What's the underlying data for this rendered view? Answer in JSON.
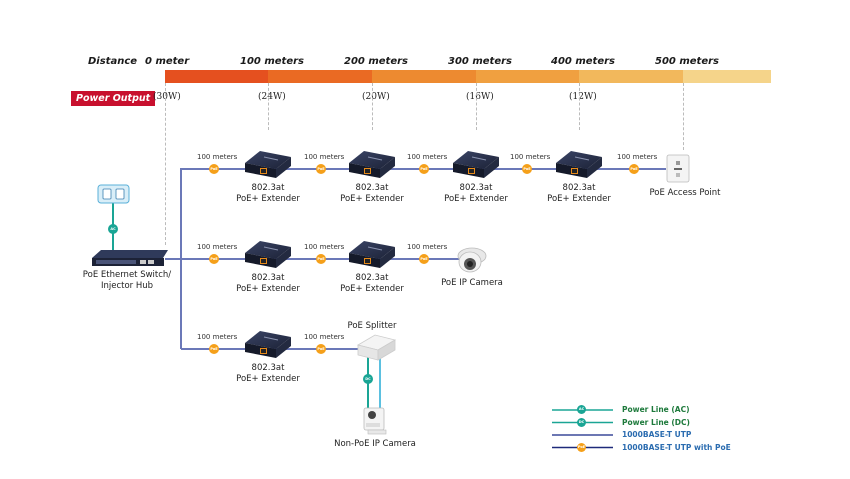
{
  "header": {
    "distance_label": "Distance",
    "distance_marks": [
      "0 meter",
      "100 meters",
      "200 meters",
      "300 meters",
      "400 meters",
      "500 meters"
    ],
    "power_output_label": "Power Output",
    "power_values": [
      "(30W)",
      "(24W)",
      "(20W)",
      "(16W)",
      "(12W)"
    ],
    "bar_colors": [
      "#e5501f",
      "#ea6a23",
      "#ed8a30",
      "#f0a040",
      "#f2b85c",
      "#f5d48a"
    ]
  },
  "devices": {
    "ac_source_icon": "power-outlet",
    "switch_label_line1": "PoE Ethernet Switch/",
    "switch_label_line2": "Injector Hub",
    "extender_line1": "802.3at",
    "extender_line2": "PoE+ Extender",
    "access_point": "PoE Access Point",
    "ip_camera": "PoE IP Camera",
    "splitter": "PoE Splitter",
    "non_poe_camera": "Non-PoE IP Camera"
  },
  "cables": {
    "segment_length": "100 meters",
    "poe_badge": "PoE",
    "ac_badge": "AC",
    "dc_badge": "DC"
  },
  "rows": [
    {
      "name": "row-1",
      "hops": 5,
      "extenders": 4,
      "end_device": "PoE Access Point"
    },
    {
      "name": "row-2",
      "hops": 3,
      "extenders": 2,
      "end_device": "PoE IP Camera"
    },
    {
      "name": "row-3",
      "hops": 2,
      "extenders": 1,
      "end_device": "PoE Splitter"
    }
  ],
  "legend": {
    "items": [
      {
        "label": "Power Line (AC)",
        "badge": "AC",
        "line_color": "#1aa595",
        "text_color": "#1e7a3c"
      },
      {
        "label": "Power Line (DC)",
        "badge": "DC",
        "line_color": "#1aa595",
        "text_color": "#1e7a3c"
      },
      {
        "label": "1000BASE-T UTP",
        "badge": "",
        "line_color": "#3b4a9a",
        "text_color": "#2b6cb0"
      },
      {
        "label": "1000BASE-T UTP with PoE",
        "badge": "PoE",
        "line_color": "#1e2a7a",
        "text_color": "#2b6cb0"
      }
    ]
  },
  "colors": {
    "utp_line": "#6b78b8",
    "poe_badge": "#f5a01a",
    "power_line": "#1aa595",
    "dc_line_light": "#5bc0e0",
    "device_dark": "#1c2236",
    "port_orange": "#e68a1a",
    "power_tag_red": "#c8102e"
  }
}
